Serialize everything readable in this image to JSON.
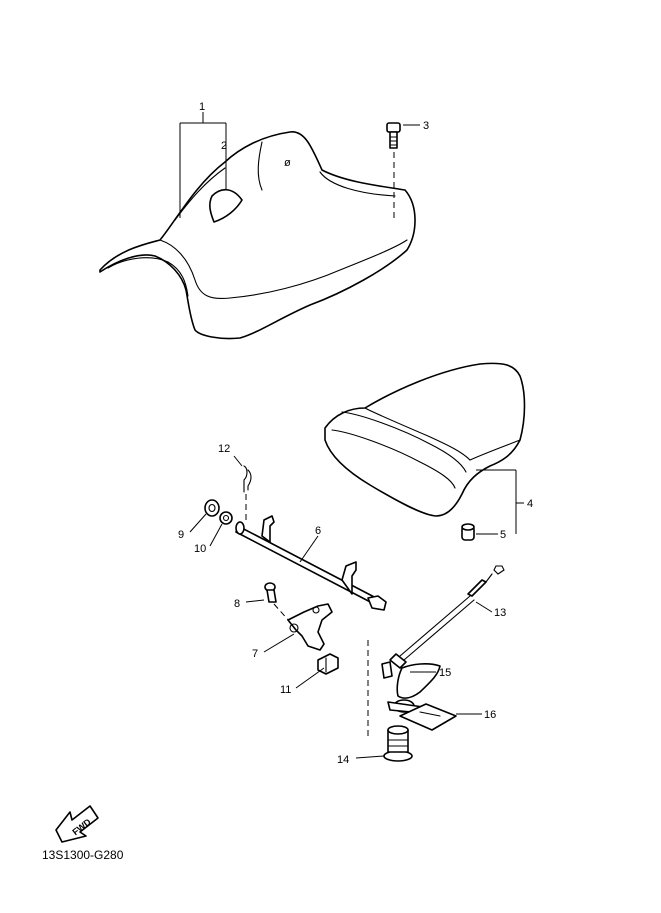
{
  "figure_code": "13S1300-G280",
  "fwd_label": "FWD",
  "callouts": {
    "c1": "1",
    "c2": "2",
    "c3": "3",
    "c4": "4",
    "c5": "5",
    "c6": "6",
    "c7": "7",
    "c8": "8",
    "c9": "9",
    "c10": "10",
    "c11": "11",
    "c12": "12",
    "c13": "13",
    "c14": "14",
    "c15": "15",
    "c16": "16"
  }
}
